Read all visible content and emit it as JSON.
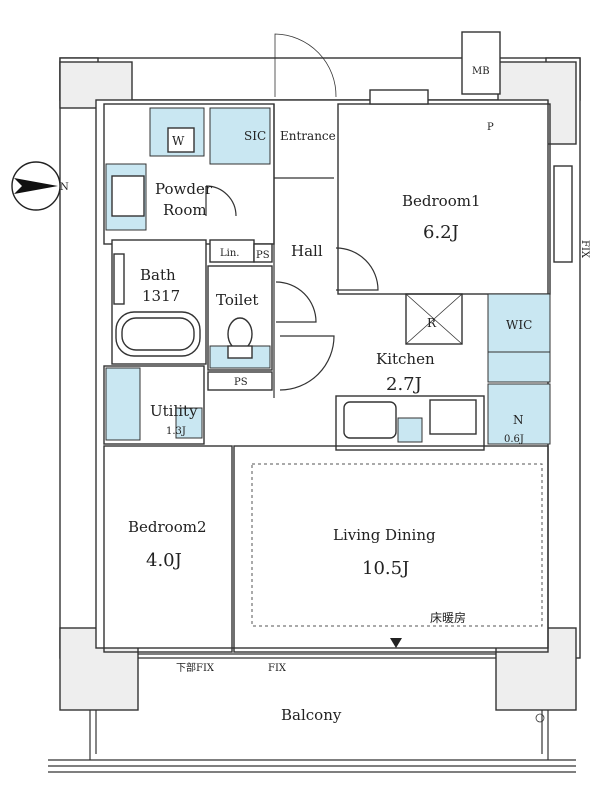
{
  "rooms": {
    "mb": "MB",
    "p": "P",
    "w": "W",
    "sic": "SIC",
    "entrance": "Entrance",
    "powder_room_line1": "Powder",
    "powder_room_line2": "Room",
    "bedroom1_name": "Bedroom1",
    "bedroom1_size": "6.2J",
    "fix_right": "FIX",
    "lin": "Lin.",
    "ps_top": "PS",
    "hall": "Hall",
    "bath_name": "Bath",
    "bath_size": "1317",
    "toilet": "Toilet",
    "refrigerator": "R",
    "wic": "WIC",
    "kitchen_name": "Kitchen",
    "kitchen_size": "2.7J",
    "ps_bottom": "PS",
    "utility_name": "Utility",
    "utility_size": "1.3J",
    "n_name": "N",
    "n_size": "0.6J",
    "bedroom2_name": "Bedroom2",
    "bedroom2_size": "4.0J",
    "living_name": "Living Dining",
    "living_size": "10.5J",
    "floor_heating": "床暖房",
    "lower_fix": "下部FIX",
    "fix_bottom": "FIX",
    "balcony": "Balcony",
    "compass_n": "N"
  }
}
